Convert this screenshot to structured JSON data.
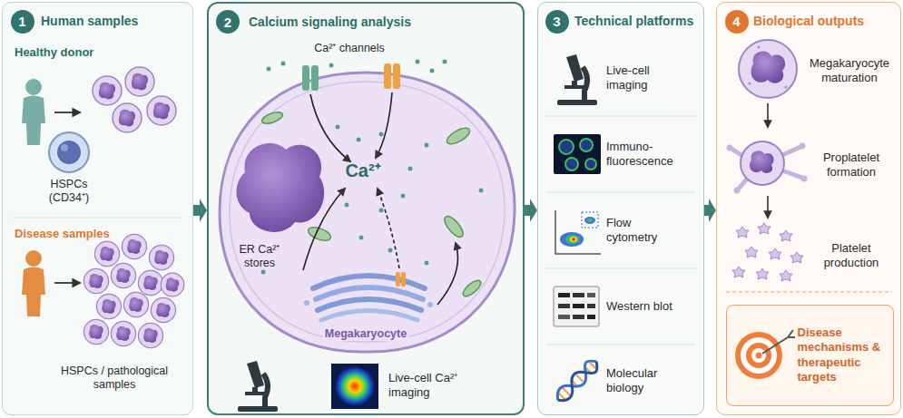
{
  "diagram": {
    "nodes": [
      {
        "text": [
          "Human samples"
        ]
      },
      {
        "text": [
          "1"
        ],
        "in": 0
      },
      {
        "text": [
          "Calcium signaling analysis"
        ]
      },
      {
        "text": [
          "2"
        ],
        "in": 2
      },
      {
        "text": [
          "Technical platforms"
        ]
      },
      {
        "text": [
          "3"
        ],
        "in": 4
      },
      {
        "text": [
          "Biological outputs"
        ]
      },
      {
        "text": [
          "4"
        ],
        "in": 6
      },
      {
        "text": [
          "Disease mechanisms & therapeutic targets"
        ],
        "in": 6
      }
    ],
    "edges": [
      {
        "from": 0,
        "to": 2,
        "arrow": "to"
      },
      {
        "from": 2,
        "to": 4,
        "arrow": "to"
      },
      {
        "from": 4,
        "to": 6,
        "arrow": "to"
      }
    ],
    "labels": [
      "Healthy donor",
      "HSPCs (CD34⁺)",
      "Disease samples",
      "HSPCs / pathological samples",
      "Ca²⁺ channels",
      "Ca²⁺",
      "ER Ca²⁺ stores",
      "Megakaryocyte",
      "Live-cell Ca²⁺ imaging",
      "Live-cell imaging",
      "Immuno- fluorescence",
      "Flow cytometry",
      "Western blot",
      "Molecular biology",
      "Megakaryocyte maturation",
      "Proplatelet formation",
      "Platelet production"
    ]
  }
}
